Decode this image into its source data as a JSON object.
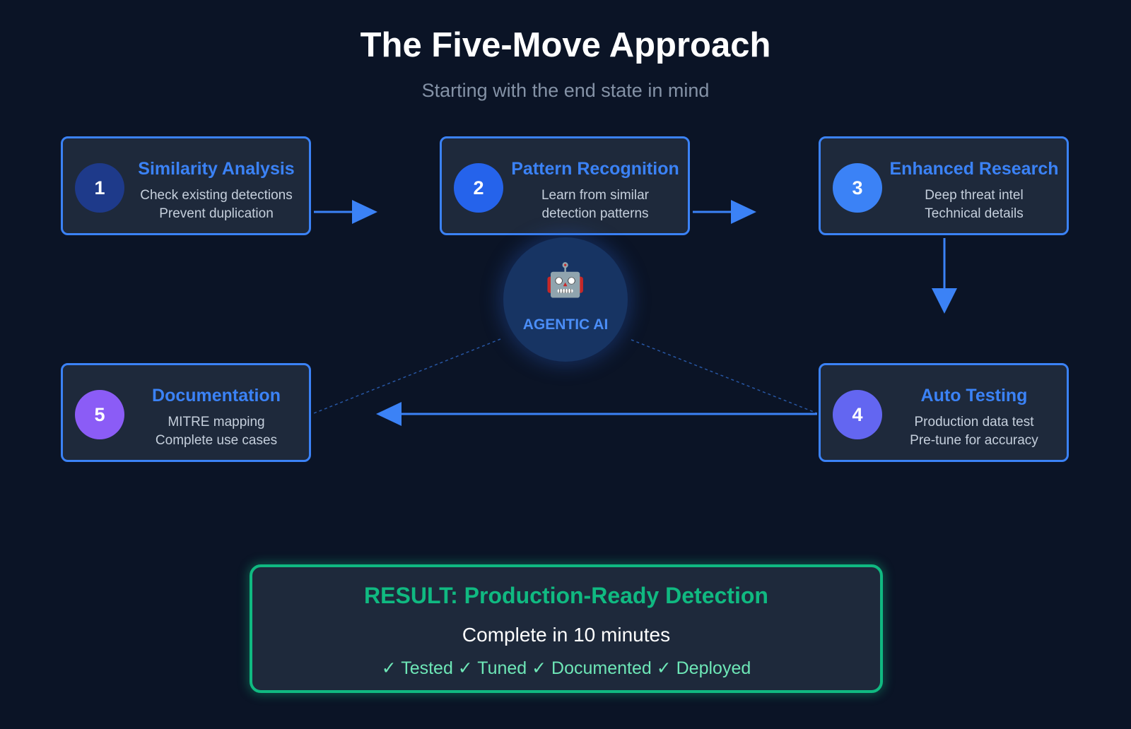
{
  "title": "The Five-Move Approach",
  "subtitle": "Starting with the end state in mind",
  "steps": [
    {
      "number": "1",
      "title": "Similarity Analysis",
      "line1": "Check existing detections",
      "line2": "Prevent duplication",
      "color": "#1e3a8a"
    },
    {
      "number": "2",
      "title": "Pattern Recognition",
      "line1": "Learn from similar",
      "line2": "detection patterns",
      "color": "#2563eb"
    },
    {
      "number": "3",
      "title": "Enhanced Research",
      "line1": "Deep threat intel",
      "line2": "Technical details",
      "color": "#3b82f6"
    },
    {
      "number": "4",
      "title": "Auto Testing",
      "line1": "Production data test",
      "line2": "Pre-tune for accuracy",
      "color": "#6366f1"
    },
    {
      "number": "5",
      "title": "Documentation",
      "line1": "MITRE mapping",
      "line2": "Complete use cases",
      "color": "#8b5cf6"
    }
  ],
  "hub": {
    "icon": "robot-icon",
    "icon_glyph": "🤖",
    "label": "AGENTIC AI"
  },
  "result": {
    "title": "RESULT: Production-Ready Detection",
    "subtitle": "Complete in 10 minutes",
    "checks": "✓ Tested ✓ Tuned ✓ Documented ✓ Deployed"
  },
  "colors": {
    "background": "#0b1426",
    "card": "#1e293b",
    "accent": "#3b82f6",
    "result_accent": "#10b981"
  }
}
